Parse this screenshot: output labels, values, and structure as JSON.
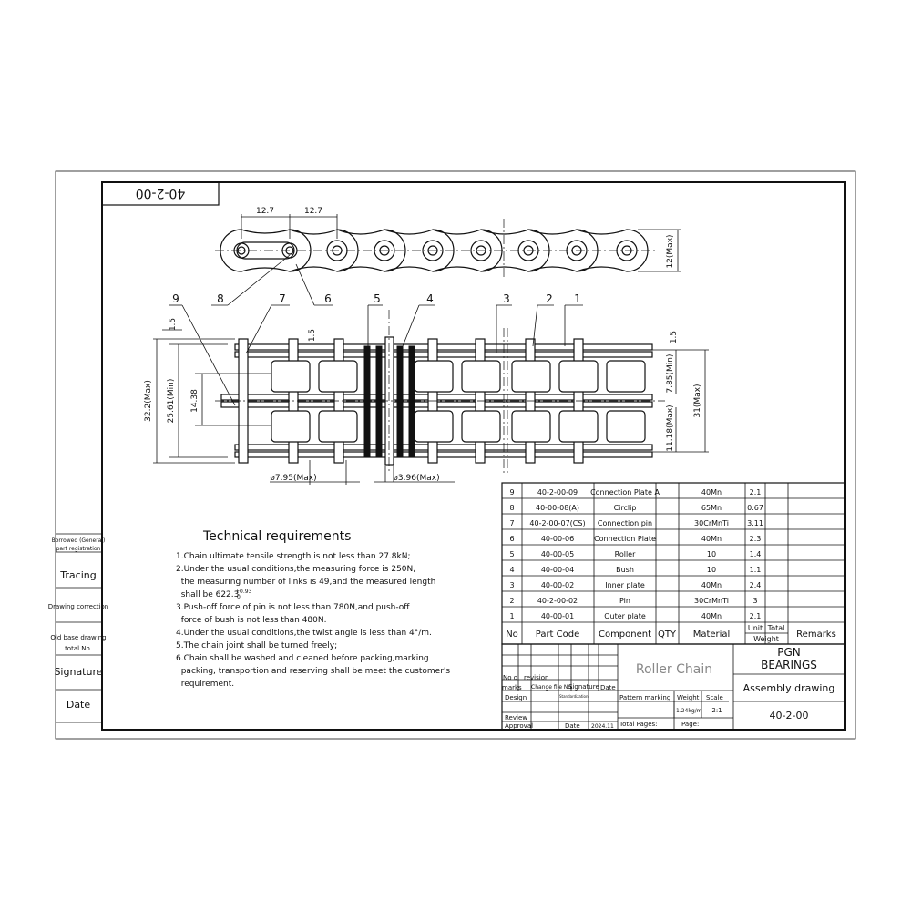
{
  "drawing_code_box": "40-2-00",
  "dims": {
    "pitch_a": "12.7",
    "pitch_b": "12.7",
    "height_max": "12(Max)",
    "d_15_top_left": "1.5",
    "d_15_top_mid": "1.5",
    "d_15_top_right": "1.5",
    "d_322": "32.2(Max)",
    "d_2561": "25.61(Min)",
    "d_1438": "14.38",
    "d_785": "7.85(Min)",
    "d_31": "31(Max)",
    "d_1118": "11.18(Max)",
    "d_795": "ø7.95(Max)",
    "d_396": "ø3.96(Max)"
  },
  "balloons": [
    "9",
    "8",
    "7",
    "6",
    "5",
    "4",
    "3",
    "2",
    "1"
  ],
  "tech": {
    "title": "Technical requirements",
    "lines": [
      "1.Chain ultimate tensile strength is not less than 27.8kN;",
      "2.Under the usual conditions,the measuring force is 250N,",
      "  the measuring number of links is 49,and the measured length",
      "  shall be 622.3",
      "3.Push-off force of pin is not less than 780N,and push-off",
      "  force of bush is not less than 480N.",
      "4.Under the usual conditions,the twist angle is less than 4°/m.",
      "5.The chain joint shall be turned freely;",
      "6.Chain shall be washed and cleaned before packing,marking",
      "  packing, transportion and reserving shall be meet the customer's",
      "  requirement."
    ],
    "tolerance": "+0.93\n0"
  },
  "side_labels": {
    "borrowed": "Borrowed (General)",
    "part_reg": "part registration",
    "tracing": "Tracing",
    "drawing_correction": "Drawing correction",
    "old_base": "Old base drawing",
    "total_no": "total No.",
    "signature": "Signature",
    "date": "Date"
  },
  "bom": {
    "rows": [
      {
        "no": "9",
        "code": "40-2-00-09",
        "component": "Connection Plate A",
        "qty": "",
        "material": "40Mn",
        "unit_weight": "2.1"
      },
      {
        "no": "8",
        "code": "40-00-08(A)",
        "component": "Circlip",
        "qty": "",
        "material": "65Mn",
        "unit_weight": "0.67"
      },
      {
        "no": "7",
        "code": "40-2-00-07(CS)",
        "component": "Connection pin",
        "qty": "",
        "material": "30CrMnTi",
        "unit_weight": "3.11"
      },
      {
        "no": "6",
        "code": "40-00-06",
        "component": "Connection Plate",
        "qty": "",
        "material": "40Mn",
        "unit_weight": "2.3"
      },
      {
        "no": "5",
        "code": "40-00-05",
        "component": "Roller",
        "qty": "",
        "material": "10",
        "unit_weight": "1.4"
      },
      {
        "no": "4",
        "code": "40-00-04",
        "component": "Bush",
        "qty": "",
        "material": "10",
        "unit_weight": "1.1"
      },
      {
        "no": "3",
        "code": "40-00-02",
        "component": "Inner plate",
        "qty": "",
        "material": "40Mn",
        "unit_weight": "2.4"
      },
      {
        "no": "2",
        "code": "40-2-00-02",
        "component": "Pin",
        "qty": "",
        "material": "30CrMnTi",
        "unit_weight": "3"
      },
      {
        "no": "1",
        "code": "40-00-01",
        "component": "Outer plate",
        "qty": "",
        "material": "40Mn",
        "unit_weight": "2.1"
      }
    ],
    "headers": {
      "no": "No",
      "code": "Part Code",
      "component": "Component",
      "qty": "QTY",
      "material": "Material",
      "unit": "Unit",
      "total": "Total",
      "weight": "Weight",
      "remarks": "Remarks"
    }
  },
  "title_block": {
    "product": "Roller Chain",
    "company_line1": "PGN",
    "company_line2": "BEARINGS",
    "drawing_type": "Assembly drawing",
    "drawing_no": "40-2-00",
    "no_of": "No o",
    "revision": "revision",
    "marks": "marks",
    "change_file_no": "Change file No.",
    "signature": "Signature",
    "date": "Date",
    "design": "Design",
    "standardization": "Standardization",
    "pattern_marking": "Pattern marking",
    "weight": "Weight",
    "scale": "Scale",
    "weight_val": "1.24kg/m",
    "scale_val": "2:1",
    "review": "Review",
    "approval": "Approval",
    "date2": "Date",
    "date_val": "2024.11",
    "total_pages": "Total Pages:",
    "page": "Page:"
  }
}
